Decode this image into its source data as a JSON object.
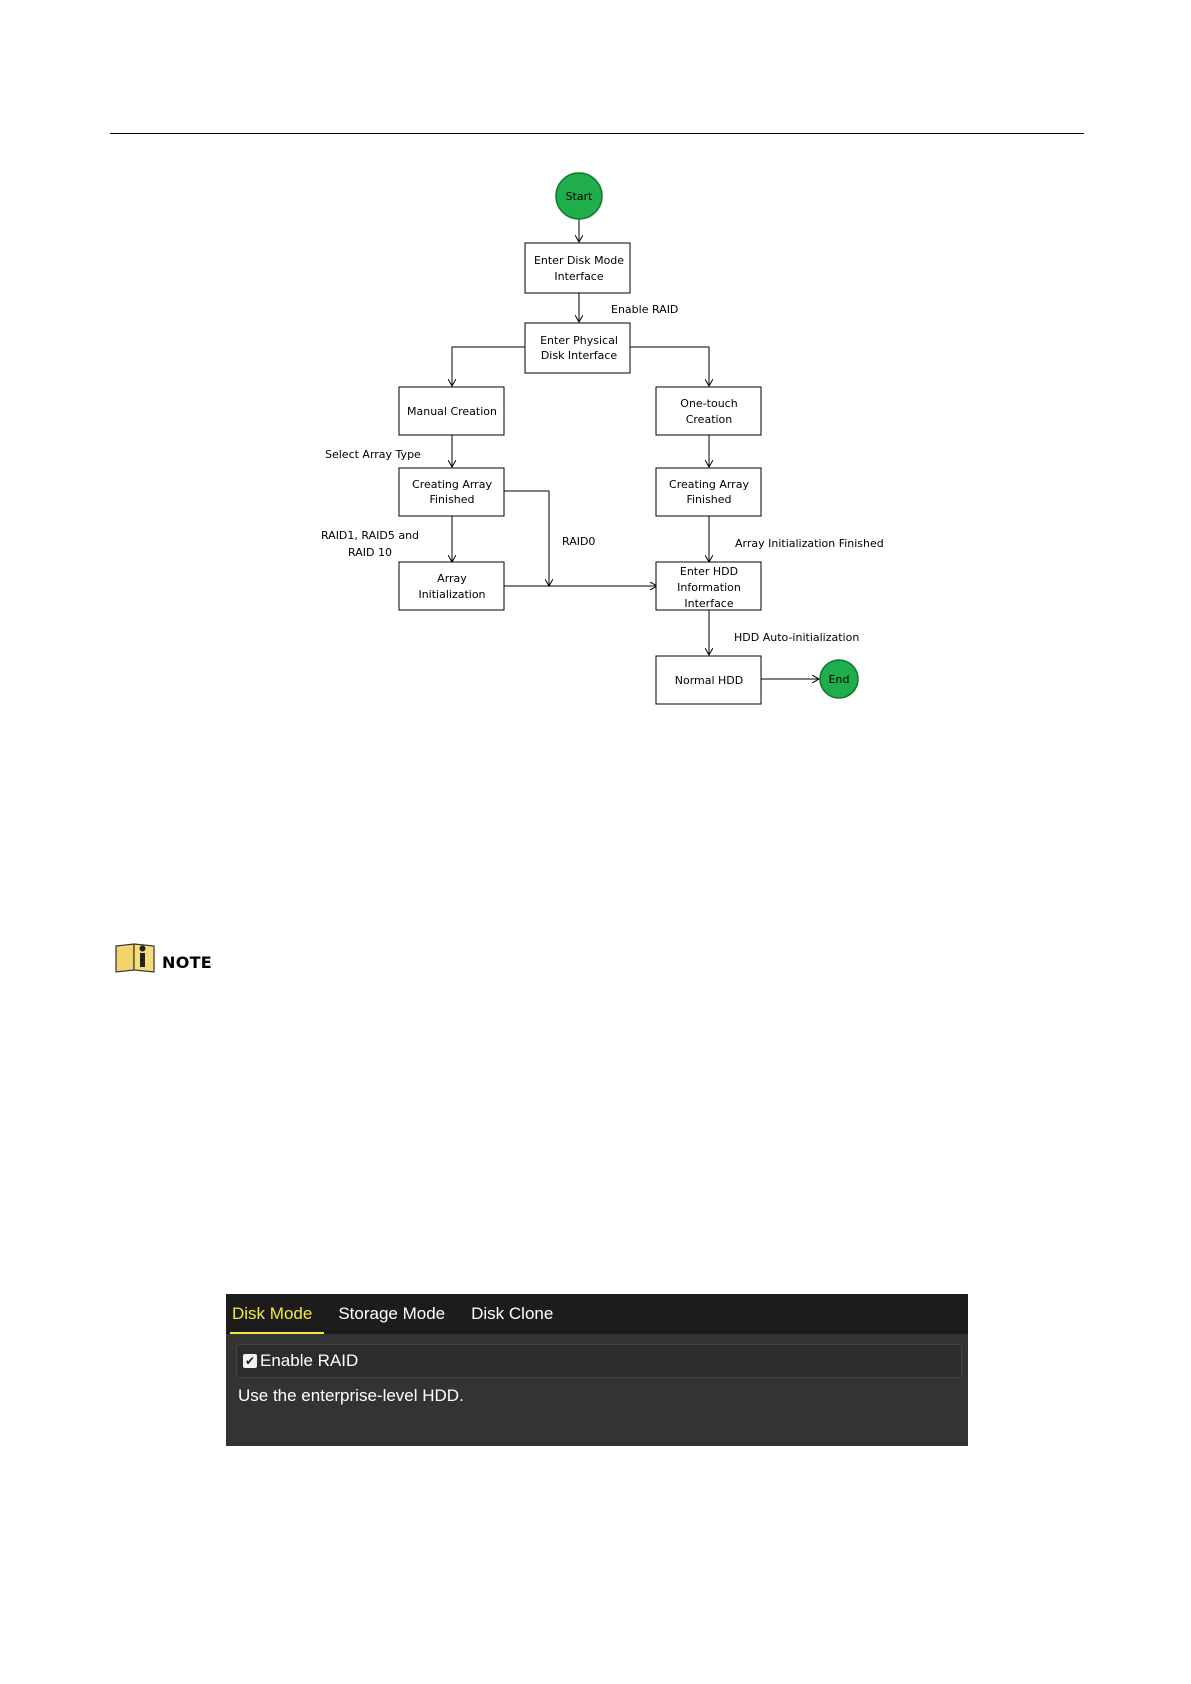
{
  "flowchart": {
    "start": "Start",
    "end": "End",
    "nodes": {
      "disk_mode": [
        "Enter Disk Mode",
        "Interface"
      ],
      "physical_disk": [
        "Enter Physical",
        "Disk Interface"
      ],
      "manual_creation": [
        "Manual Creation"
      ],
      "one_touch": [
        "One-touch",
        "Creation"
      ],
      "creating_left": [
        "Creating Array",
        "Finished"
      ],
      "creating_right": [
        "Creating Array",
        "Finished"
      ],
      "array_init": [
        "Array",
        "Initialization"
      ],
      "hdd_info": [
        "Enter HDD",
        "Information",
        "Interface"
      ],
      "normal_hdd": [
        "Normal HDD"
      ]
    },
    "edge_labels": {
      "enable_raid": "Enable RAID",
      "select_array_type": "Select Array Type",
      "raid_levels": [
        "RAID1, RAID5 and",
        "RAID 10"
      ],
      "raid0": "RAID0",
      "array_init_finished": "Array Initialization Finished",
      "hdd_auto_init": "HDD Auto-initialization"
    },
    "colors": {
      "terminal_fill": "#1fae4b",
      "terminal_stroke": "#0d7a2e"
    }
  },
  "note": {
    "label": "NOTE",
    "icon": "info-book-icon"
  },
  "ui_panel": {
    "tabs": [
      {
        "label": "Disk Mode",
        "active": true
      },
      {
        "label": "Storage Mode",
        "active": false
      },
      {
        "label": "Disk Clone",
        "active": false
      }
    ],
    "enable_raid": {
      "label": "Enable RAID",
      "checked": true
    },
    "hint": "Use the enterprise-level HDD.",
    "colors": {
      "accent": "#f7e93b",
      "panel": "#333333",
      "tabbar": "#1c1c1c"
    }
  }
}
